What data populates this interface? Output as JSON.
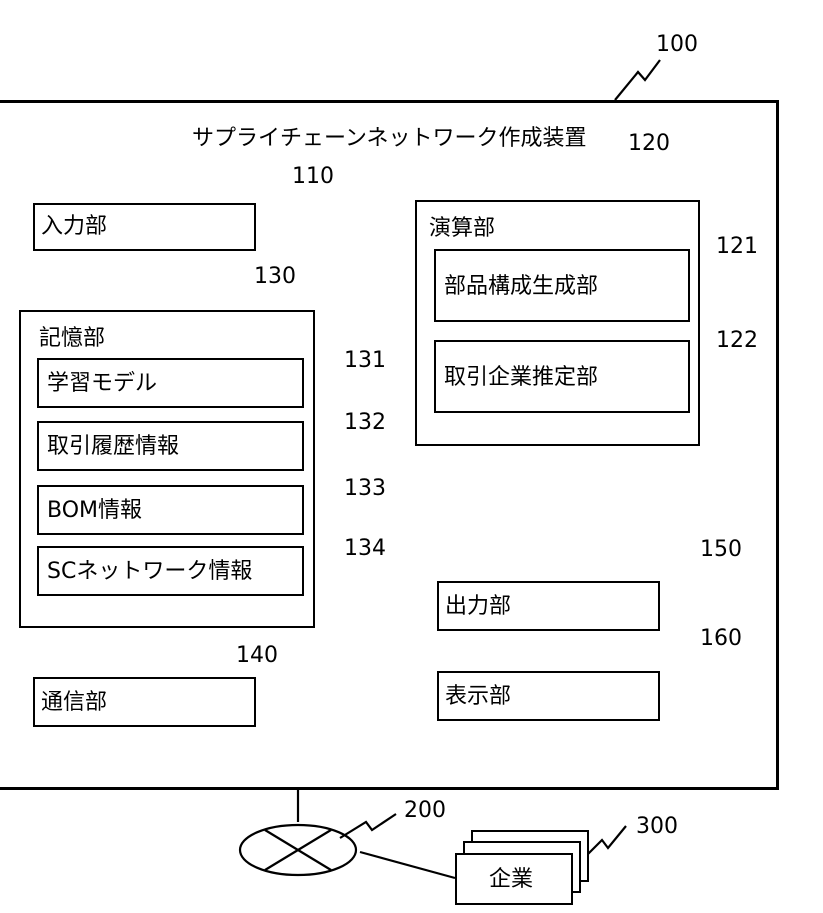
{
  "apparatus": {
    "ref": "100",
    "title": "サプライチェーンネットワーク作成装置"
  },
  "input": {
    "ref": "110",
    "label": "入力部"
  },
  "compute": {
    "ref": "120",
    "label": "演算部",
    "parts_config": {
      "ref": "121",
      "label": "部品構成生成部"
    },
    "supplier_estimate": {
      "ref": "122",
      "label": "取引企業推定部"
    }
  },
  "storage": {
    "ref": "130",
    "label": "記憶部",
    "items": [
      {
        "ref": "131",
        "label": "学習モデル"
      },
      {
        "ref": "132",
        "label": "取引履歴情報"
      },
      {
        "ref": "133",
        "label": "BOM情報"
      },
      {
        "ref": "134",
        "label": "SCネットワーク情報"
      }
    ]
  },
  "comm": {
    "ref": "140",
    "label": "通信部"
  },
  "output": {
    "ref": "150",
    "label": "出力部"
  },
  "display": {
    "ref": "160",
    "label": "表示部"
  },
  "network": {
    "ref": "200"
  },
  "company": {
    "ref": "300",
    "label": "企業"
  }
}
